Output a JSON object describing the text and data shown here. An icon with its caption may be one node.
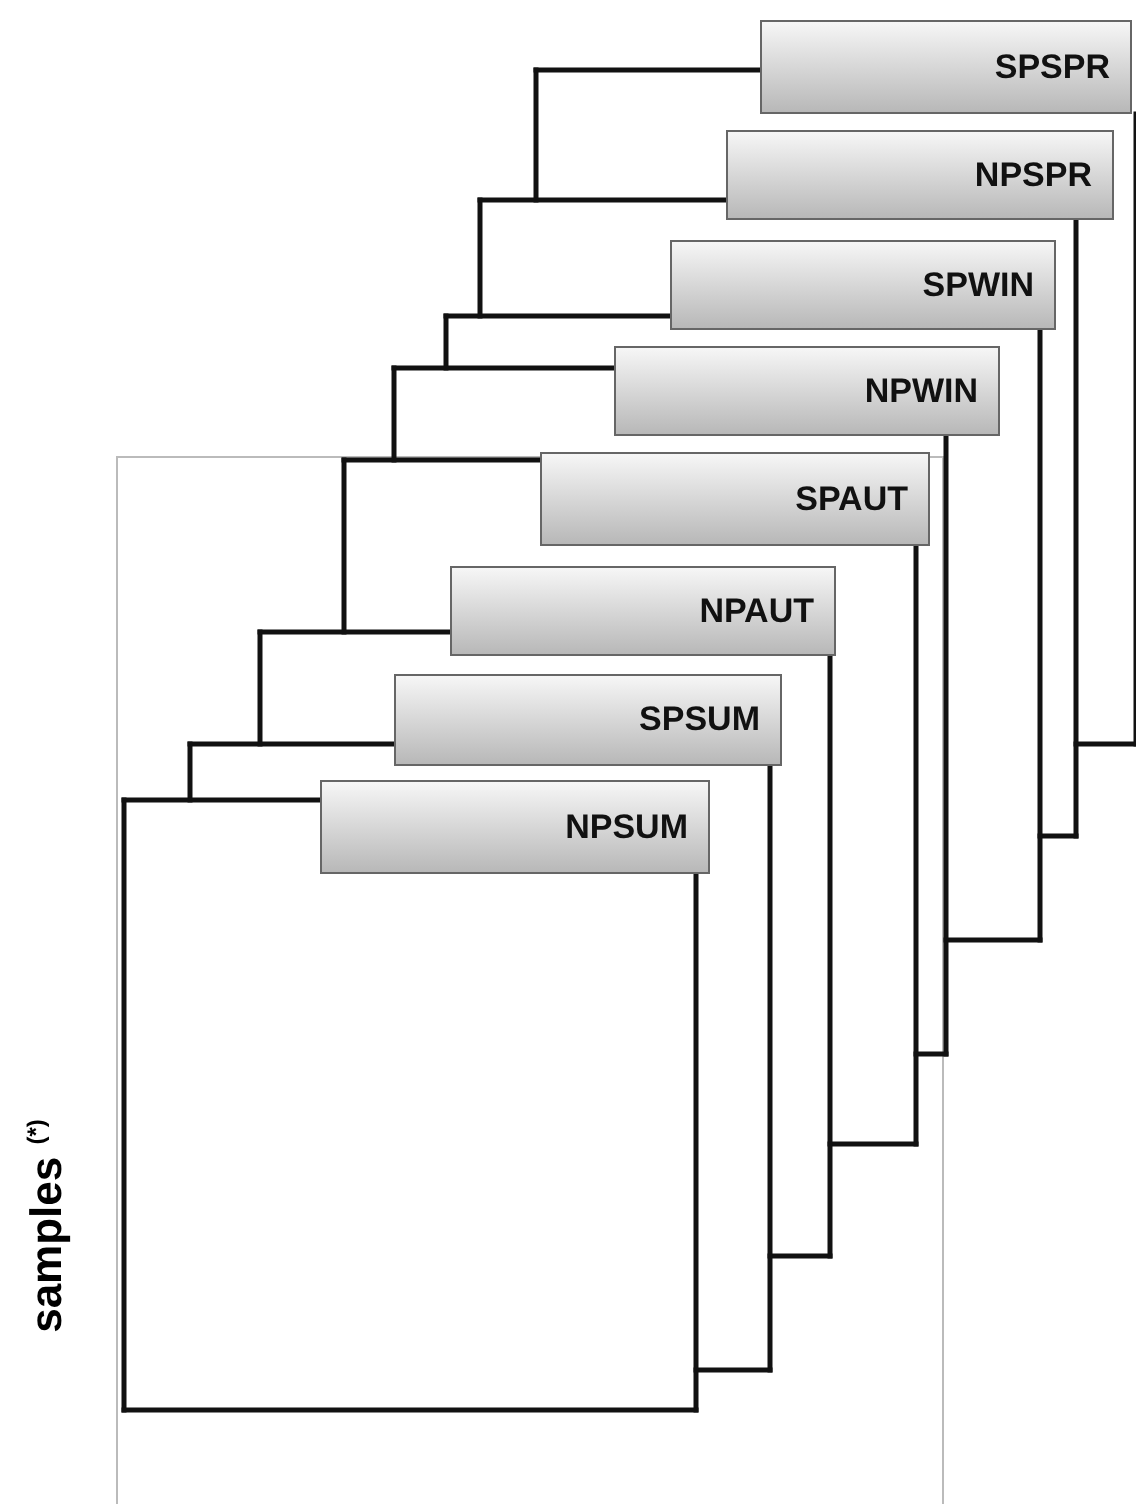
{
  "diagram": {
    "nodes": [
      {
        "text": [
          "SPSPR"
        ]
      },
      {
        "text": [
          "NPSPR"
        ]
      },
      {
        "text": [
          "SPWIN"
        ]
      },
      {
        "text": [
          "NPWIN"
        ]
      },
      {
        "text": [
          "SPAUT"
        ]
      },
      {
        "text": [
          "NPAUT"
        ]
      },
      {
        "text": [
          "SPSUM"
        ]
      },
      {
        "text": [
          "NPSUM"
        ]
      }
    ],
    "edges": [],
    "labels": [
      "samples $^{(*)}$"
    ]
  }
}
